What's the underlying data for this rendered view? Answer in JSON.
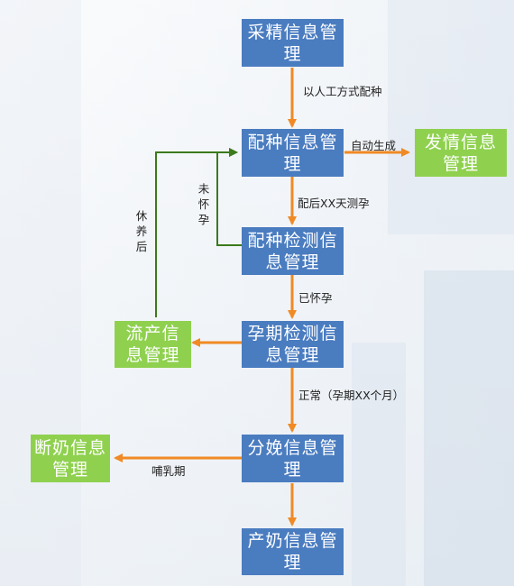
{
  "nodes": {
    "collect_semen": "采精信息管理",
    "breeding": "配种信息管理",
    "estrus": "发情信息管理",
    "breeding_check": "配种检测信息管理",
    "pregnancy_check": "孕期检测信息管理",
    "abortion": "流产信息管理",
    "farrowing": "分娩信息管理",
    "weaning": "断奶信息管理",
    "lactation": "产奶信息管理"
  },
  "edges": {
    "artificial_breeding": "以人工方式配种",
    "auto_generate": "自动生成",
    "days_after_breeding": "配后XX天测孕",
    "not_pregnant": "未怀孕",
    "after_rest": "休养后",
    "pregnant": "已怀孕",
    "normal": "正常（孕期XX个月）",
    "nursing_period": "哺乳期"
  },
  "colors": {
    "main_box": "#4a7cc0",
    "side_box": "#8fd14f",
    "arrow_orange": "#f08a24",
    "loop_green": "#3c7a1c"
  }
}
